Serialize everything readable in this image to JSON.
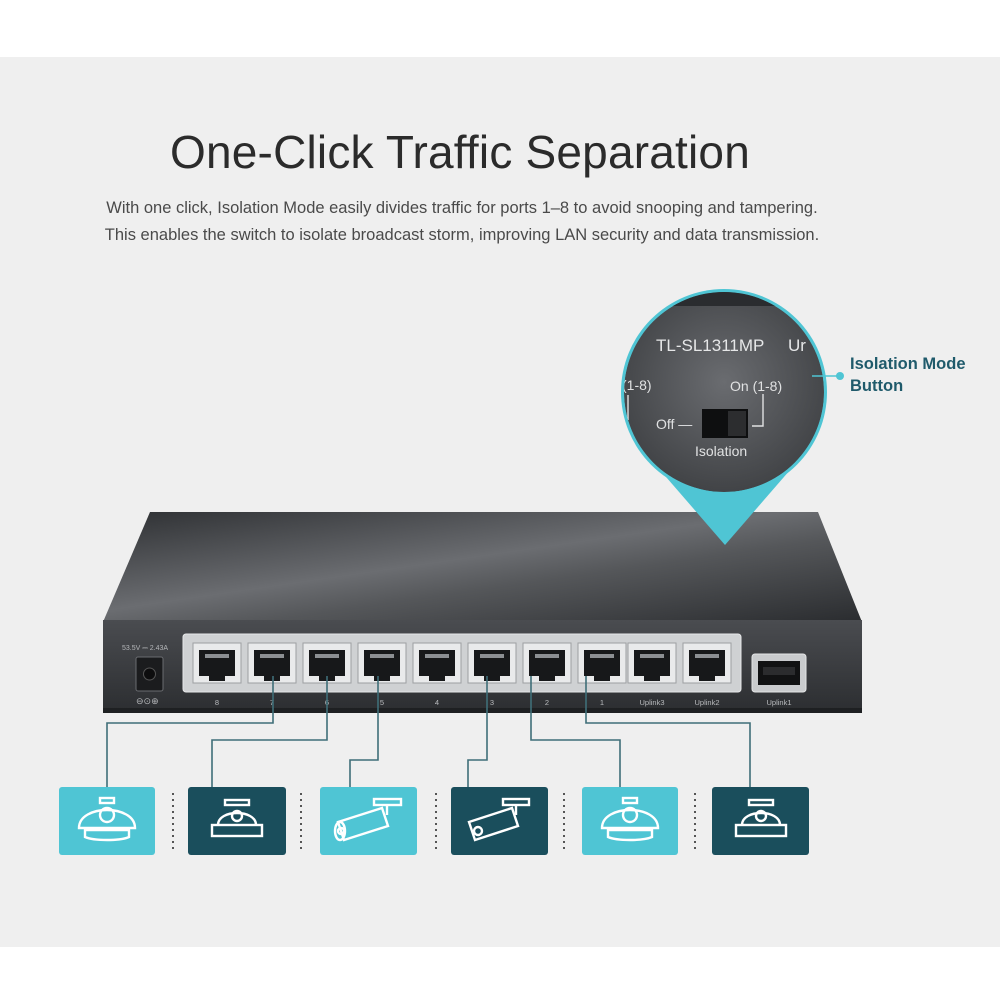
{
  "heading": {
    "title": "One-Click Traffic Separation",
    "line1": "With one click, Isolation Mode easily divides traffic for ports 1–8 to avoid snooping and tampering.",
    "line2": "This enables the switch to isolate broadcast storm, improving LAN security and data transmission."
  },
  "callout": {
    "line1": "Isolation Mode",
    "line2": "Button"
  },
  "zoom": {
    "model": "TL-SL1311MP",
    "model_tail": "Ur",
    "left_range": "(1-8)",
    "on_label": "On (1-8)",
    "off_label": "Off —",
    "switch_label": "Isolation"
  },
  "switch": {
    "power_label": "53.5V ⎓ 2.43A",
    "ports": [
      {
        "label": "8"
      },
      {
        "label": "7"
      },
      {
        "label": "6"
      },
      {
        "label": "5"
      },
      {
        "label": "4"
      },
      {
        "label": "3"
      },
      {
        "label": "2"
      },
      {
        "label": "1"
      }
    ],
    "uplinks": [
      {
        "label": "Uplink3"
      },
      {
        "label": "Uplink2"
      },
      {
        "label": "Uplink1"
      }
    ]
  },
  "devices": [
    {
      "kind": "dome-camera-icon"
    },
    {
      "kind": "dome-camera-outline-icon"
    },
    {
      "kind": "bullet-camera-icon"
    },
    {
      "kind": "bullet-camera-outline-icon"
    },
    {
      "kind": "dome-camera-icon"
    },
    {
      "kind": "dome-camera-outline-icon"
    }
  ],
  "colors": {
    "accent_light": "#4fc5d4",
    "accent_dark": "#1a4e5c",
    "callout_text": "#1f5a6b",
    "switch_body": "#3d3f42"
  }
}
